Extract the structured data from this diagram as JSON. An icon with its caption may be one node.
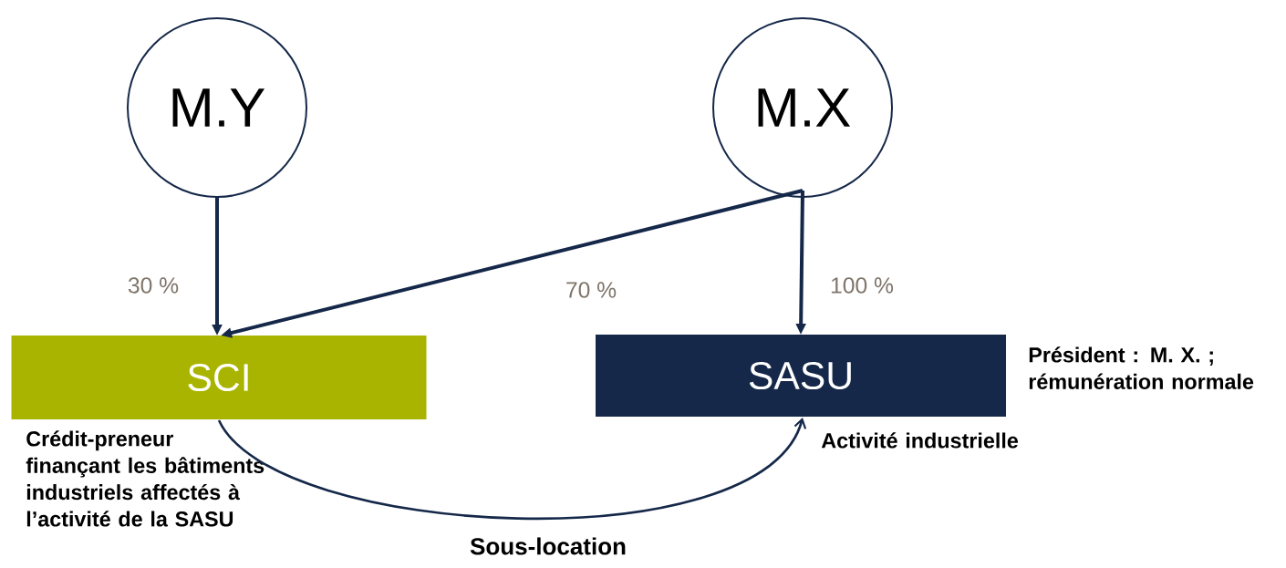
{
  "diagram": {
    "nodes": [
      {
        "text": [
          "M.Y"
        ]
      },
      {
        "text": [
          "M.X"
        ]
      },
      {
        "text": [
          "SCI"
        ],
        "beside": [
          "Crédit-preneur finançant les bâtiments industriels affectés à l’activité de la SASU"
        ]
      },
      {
        "text": [
          "SASU"
        ],
        "beside": [
          "Président : M. X. ; rémunération normale",
          "Activité industrielle"
        ]
      }
    ],
    "edges": [
      {
        "from": 0,
        "to": 2,
        "arrow": "to",
        "label": "30 %"
      },
      {
        "from": 1,
        "to": 2,
        "arrow": "to",
        "label": "70 %"
      },
      {
        "from": 1,
        "to": 3,
        "arrow": "to",
        "label": "100 %"
      },
      {
        "from": 2,
        "to": 3,
        "arrow": "to",
        "label": "Sous-location"
      }
    ]
  }
}
